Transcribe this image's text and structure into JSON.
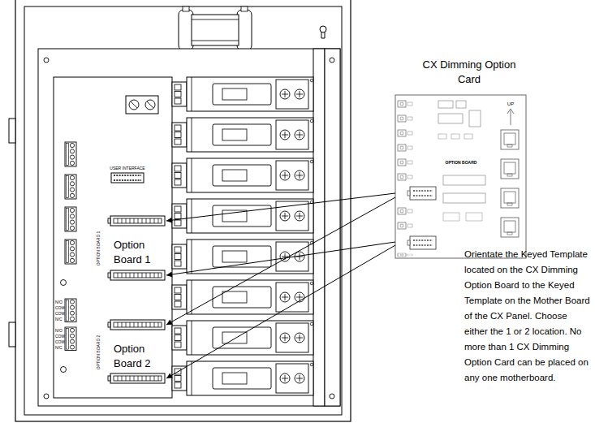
{
  "diagram": {
    "nodes": [
      {
        "text": [
          "CX Dimming Option Card"
        ]
      },
      {
        "text": [
          "Option Board 1"
        ]
      },
      {
        "text": [
          "Option Board 2"
        ]
      }
    ],
    "edges": [
      {
        "from": 0,
        "to": 1,
        "arrow": "to"
      },
      {
        "from": 0,
        "to": 1,
        "arrow": "to"
      },
      {
        "from": 0,
        "to": 2,
        "arrow": "to"
      },
      {
        "from": 0,
        "to": 2,
        "arrow": "to"
      }
    ],
    "labels": [
      "USER INTERFACE",
      "OPTION BOARD 1",
      "OPTION BOARD 2",
      "N/O",
      "COM",
      "COM",
      "N/C",
      "N/O",
      "COM",
      "COM",
      "N/C",
      "UP",
      "OPTION BOARD",
      "Orientate the Keyed Template located on the CX Dimming Option Board to the Keyed Template on the Mother Board of the CX Panel. Choose either the 1 or 2 location. No more than 1 CX Dimming Option Card can be placed on any one motherboard."
    ]
  }
}
